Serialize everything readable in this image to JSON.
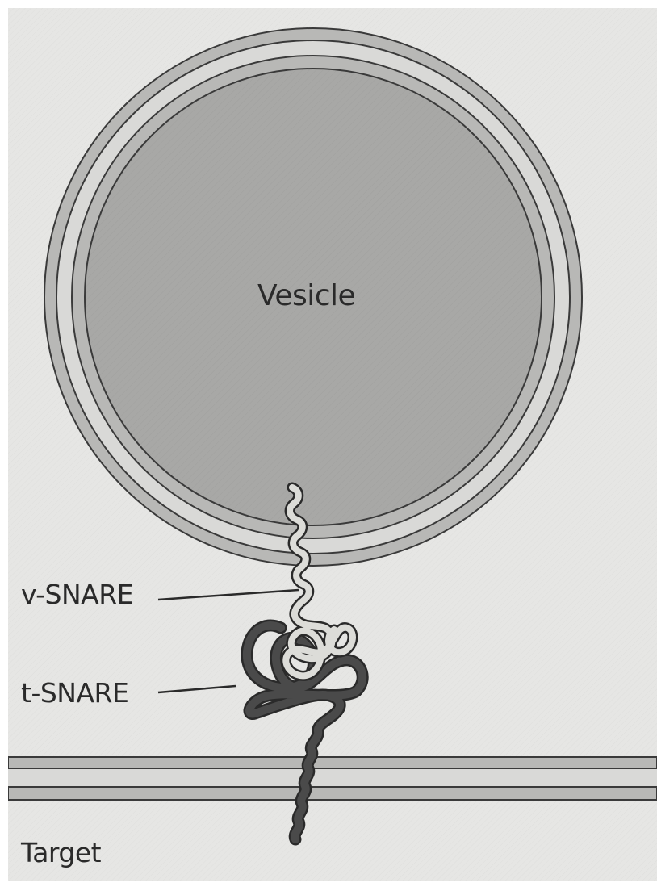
{
  "labels": {
    "vesicle": "Vesicle",
    "v_snare": "v-SNARE",
    "t_snare": "t-SNARE",
    "target": "Target"
  },
  "colors": {
    "background": "#e6e6e4",
    "vesicle_lumen": "#a8a8a6",
    "membrane_band": "#b8b8b6",
    "membrane_gap": "#d9d9d7",
    "membrane_line": "#3a3a3a",
    "v_snare": "#dcdcd8",
    "t_snare": "#4a4a4a",
    "outline": "#2a2a2a"
  }
}
